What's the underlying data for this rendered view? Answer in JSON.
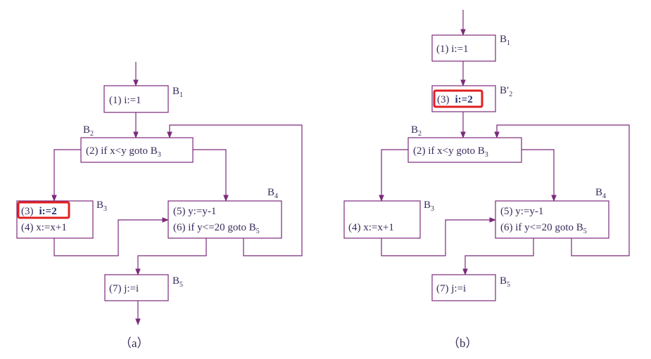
{
  "diagram_a": {
    "caption": "（a）",
    "b1": {
      "name": "B",
      "sub": "1",
      "stmt": "(1)  i:=1"
    },
    "b2": {
      "name": "B",
      "sub": "2",
      "stmt": "(2)  if x<y goto B",
      "stmt_sub": "3"
    },
    "b3": {
      "name": "B",
      "sub": "3",
      "stmt1_num": "(3)",
      "stmt1_code": "i:=2",
      "stmt2": "(4)  x:=x+1"
    },
    "b4": {
      "name": "B",
      "sub": "4",
      "stmt1": "(5)  y:=y-1",
      "stmt2": "(6)  if y<=20 goto B",
      "stmt2_sub": "5"
    },
    "b5": {
      "name": "B",
      "sub": "5",
      "stmt": "(7)  j:=i"
    }
  },
  "diagram_b": {
    "caption": "（b）",
    "b1": {
      "name": "B",
      "sub": "1",
      "stmt": "(1)  i:=1"
    },
    "b2p": {
      "name": "B′",
      "sub": "2",
      "stmt_num": "(3)",
      "stmt_code": "i:=2"
    },
    "b2": {
      "name": "B",
      "sub": "2",
      "stmt": "(2)  if x<y goto B",
      "stmt_sub": "3"
    },
    "b3": {
      "name": "B",
      "sub": "3",
      "stmt": "(4)  x:=x+1"
    },
    "b4": {
      "name": "B",
      "sub": "4",
      "stmt1": "(5)  y:=y-1",
      "stmt2": "(6)  if y<=20 goto B",
      "stmt2_sub": "5"
    },
    "b5": {
      "name": "B",
      "sub": "5",
      "stmt": "(7)  j:=i"
    }
  },
  "colors": {
    "stroke": "#7b2a7b",
    "highlight": "#e02020",
    "text": "#3a2a5a",
    "highlight_text": "#1f2f6f"
  }
}
